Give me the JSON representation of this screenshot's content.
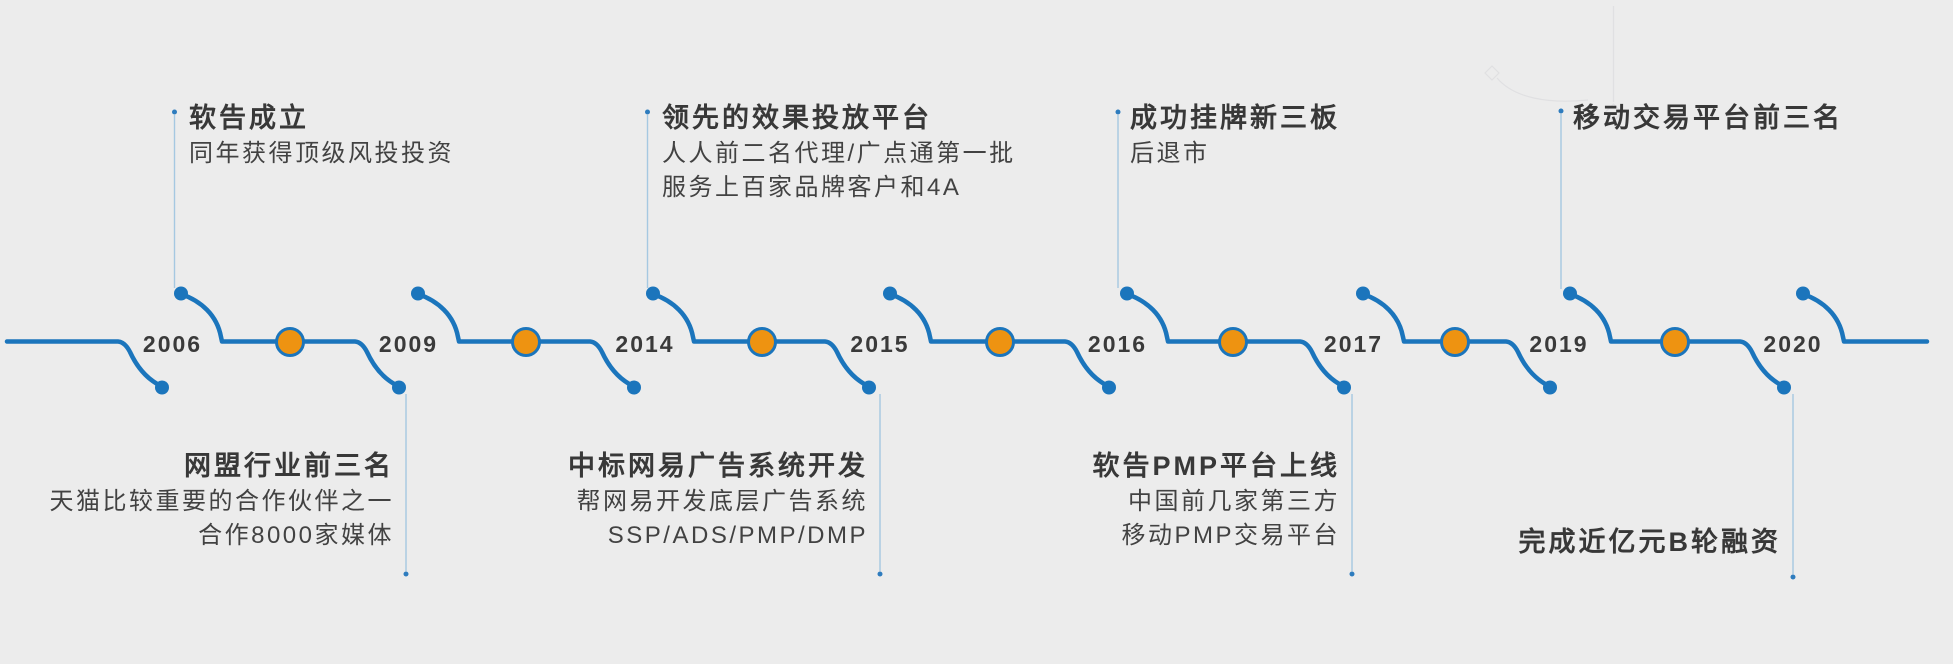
{
  "palette": {
    "background": "#ECECEC",
    "timeline_blue": "#1B75BC",
    "node_orange": "#EE9311",
    "connector_light_blue": "#A5C8E1",
    "connector_dot_blue": "#2E7CBE",
    "text_dark": "#3A3A3A"
  },
  "timeline": {
    "years": [
      "2006",
      "2009",
      "2014",
      "2015",
      "2016",
      "2017",
      "2019",
      "2020"
    ],
    "events_top": [
      {
        "year": "2006",
        "title": "软告成立",
        "lines": [
          "同年获得顶级风投投资"
        ]
      },
      {
        "year": "2014",
        "title": "领先的效果投放平台",
        "lines": [
          "人人前二名代理/广点通第一批",
          "服务上百家品牌客户和4A"
        ]
      },
      {
        "year": "2016",
        "title": "成功挂牌新三板",
        "lines": [
          "后退市"
        ]
      },
      {
        "year": "2019",
        "title": "移动交易平台前三名",
        "lines": []
      }
    ],
    "events_bottom": [
      {
        "year": "2009",
        "title": "网盟行业前三名",
        "lines": [
          "天猫比较重要的合作伙伴之一",
          "合作8000家媒体"
        ]
      },
      {
        "year": "2015",
        "title": "中标网易广告系统开发",
        "lines": [
          "帮网易开发底层广告系统",
          "SSP/ADS/PMP/DMP"
        ]
      },
      {
        "year": "2017",
        "title": "软告PMP平台上线",
        "lines": [
          "中国前几家第三方",
          "移动PMP交易平台"
        ]
      },
      {
        "year": "2020",
        "title": "完成近亿元B轮融资",
        "lines": []
      }
    ]
  }
}
